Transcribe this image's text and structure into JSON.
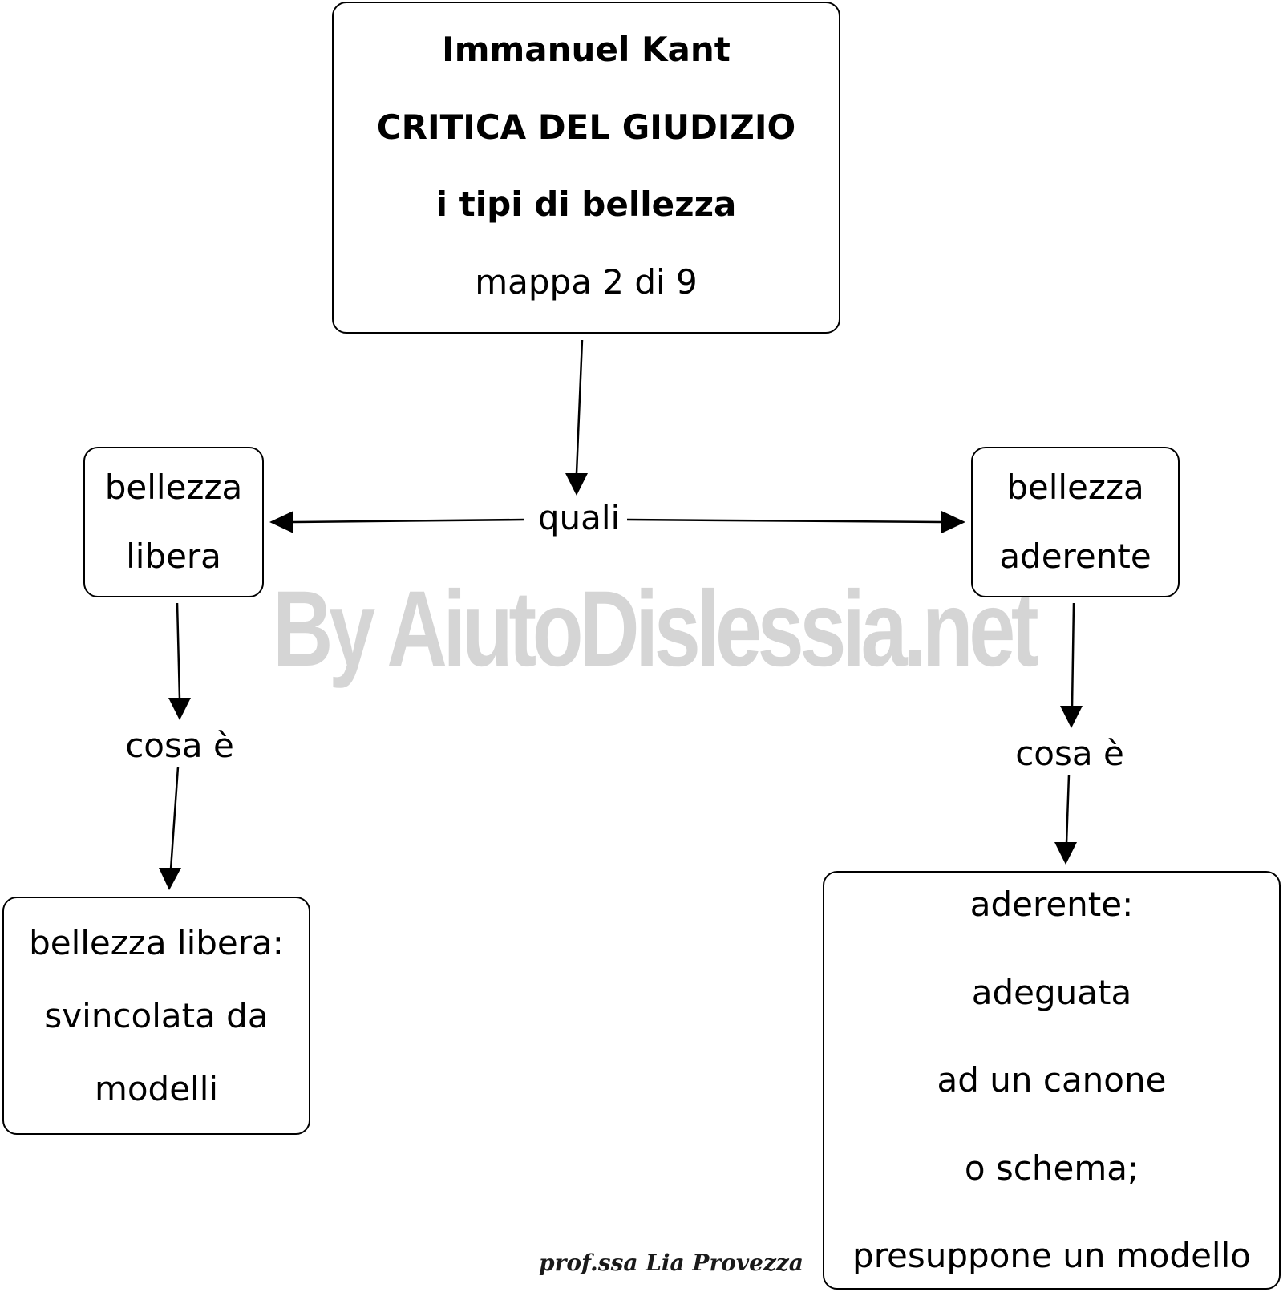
{
  "title_box": {
    "line1": "Immanuel Kant",
    "line2": "CRITICA DEL GIUDIZIO",
    "line3": "i tipi di bellezza",
    "line4": "mappa 2 di 9"
  },
  "link_labels": {
    "quali": "quali",
    "cosa_left": "cosa è",
    "cosa_right": "cosa è"
  },
  "free_box": {
    "line1": "bellezza",
    "line2": "libera"
  },
  "adherent_box": {
    "line1": "bellezza",
    "line2": "aderente"
  },
  "free_def_box": {
    "line1": "bellezza libera:",
    "line2": "svincolata da",
    "line3": "modelli"
  },
  "adherent_def_box": {
    "line1": "aderente:",
    "line2": "adeguata",
    "line3": "ad un canone",
    "line4": "o schema;",
    "line5": "presuppone un modello"
  },
  "watermark": "By AiutoDislessia.net",
  "signature": "prof.ssa Lia Provezza",
  "colors": {
    "stroke": "#000000",
    "watermark": "#c8c8c8",
    "background": "#ffffff"
  }
}
